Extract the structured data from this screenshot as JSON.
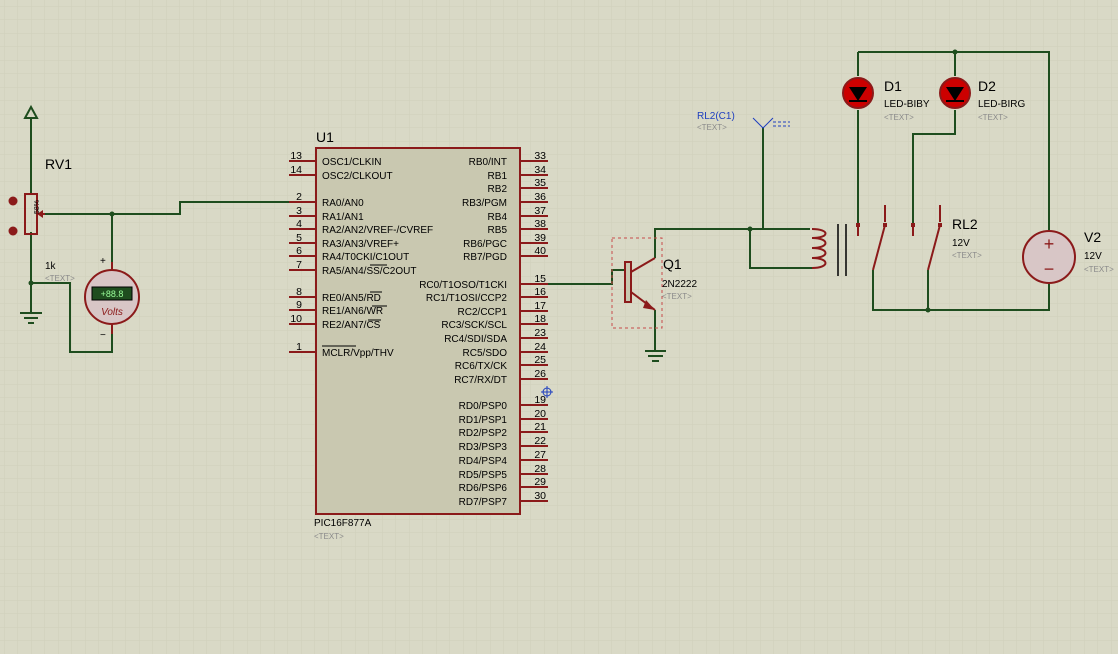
{
  "components": {
    "rv1": {
      "ref": "RV1",
      "value": "1k",
      "placeholder": "<TEXT>",
      "dial_label": "58%"
    },
    "voltmeter": {
      "display": "+88.8",
      "unit": "Volts",
      "plus": "+",
      "minus": "−"
    },
    "u1": {
      "ref": "U1",
      "part": "PIC16F877A",
      "placeholder": "<TEXT>",
      "left_pins": [
        {
          "num": "13",
          "name": "OSC1/CLKIN"
        },
        {
          "num": "14",
          "name": "OSC2/CLKOUT"
        },
        {
          "num": "2",
          "name": "RA0/AN0"
        },
        {
          "num": "3",
          "name": "RA1/AN1"
        },
        {
          "num": "4",
          "name": "RA2/AN2/VREF-/CVREF"
        },
        {
          "num": "5",
          "name": "RA3/AN3/VREF+"
        },
        {
          "num": "6",
          "name": "RA4/T0CKI/C1OUT"
        },
        {
          "num": "7",
          "name": "RA5/AN4/SS/C2OUT"
        },
        {
          "num": "8",
          "name": "RE0/AN5/RD"
        },
        {
          "num": "9",
          "name": "RE1/AN6/WR"
        },
        {
          "num": "10",
          "name": "RE2/AN7/CS"
        },
        {
          "num": "1",
          "name": "MCLR/Vpp/THV"
        }
      ],
      "right_pins": [
        {
          "num": "33",
          "name": "RB0/INT"
        },
        {
          "num": "34",
          "name": "RB1"
        },
        {
          "num": "35",
          "name": "RB2"
        },
        {
          "num": "36",
          "name": "RB3/PGM"
        },
        {
          "num": "37",
          "name": "RB4"
        },
        {
          "num": "38",
          "name": "RB5"
        },
        {
          "num": "39",
          "name": "RB6/PGC"
        },
        {
          "num": "40",
          "name": "RB7/PGD"
        },
        {
          "num": "15",
          "name": "RC0/T1OSO/T1CKI"
        },
        {
          "num": "16",
          "name": "RC1/T1OSI/CCP2"
        },
        {
          "num": "17",
          "name": "RC2/CCP1"
        },
        {
          "num": "18",
          "name": "RC3/SCK/SCL"
        },
        {
          "num": "23",
          "name": "RC4/SDI/SDA"
        },
        {
          "num": "24",
          "name": "RC5/SDO"
        },
        {
          "num": "25",
          "name": "RC6/TX/CK"
        },
        {
          "num": "26",
          "name": "RC7/RX/DT"
        },
        {
          "num": "19",
          "name": "RD0/PSP0"
        },
        {
          "num": "20",
          "name": "RD1/PSP1"
        },
        {
          "num": "21",
          "name": "RD2/PSP2"
        },
        {
          "num": "22",
          "name": "RD3/PSP3"
        },
        {
          "num": "27",
          "name": "RD4/PSP4"
        },
        {
          "num": "28",
          "name": "RD5/PSP5"
        },
        {
          "num": "29",
          "name": "RD6/PSP6"
        },
        {
          "num": "30",
          "name": "RD7/PSP7"
        }
      ]
    },
    "q1": {
      "ref": "Q1",
      "value": "2N2222",
      "placeholder": "<TEXT>"
    },
    "probe": {
      "label": "RL2(C1)",
      "placeholder": "<TEXT>"
    },
    "d1": {
      "ref": "D1",
      "value": "LED-BIBY",
      "placeholder": "<TEXT>"
    },
    "d2": {
      "ref": "D2",
      "value": "LED-BIRG",
      "placeholder": "<TEXT>"
    },
    "rl2": {
      "ref": "RL2",
      "value": "12V",
      "placeholder": "<TEXT>"
    },
    "v2": {
      "ref": "V2",
      "value": "12V",
      "placeholder": "<TEXT>",
      "plus": "+",
      "minus": "−"
    }
  },
  "colors": {
    "background": "#d9d9c6",
    "grid": "#c6c6b2",
    "wire": "#1e4d1e",
    "component": "#8b1a1a",
    "body_fill": "#c9c8b0",
    "led": "#cc0000",
    "probe": "#1f3fbf",
    "placeholder": "#8a8a8a",
    "meter_display": "#2f6b2f"
  }
}
